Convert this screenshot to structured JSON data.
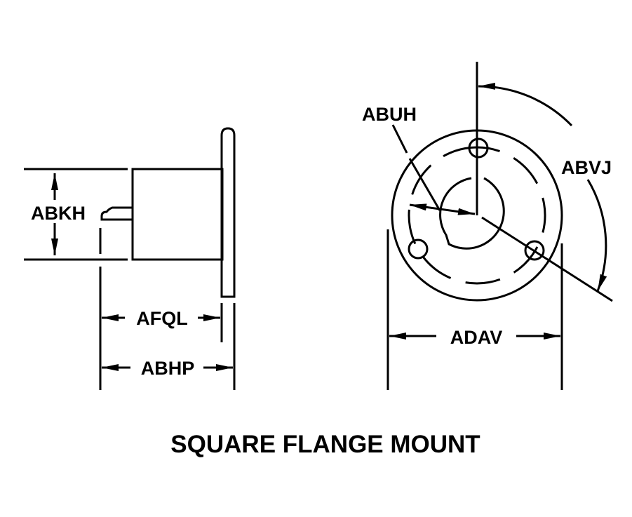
{
  "title": "SQUARE FLANGE MOUNT",
  "labels": {
    "abkh": "ABKH",
    "afql": "AFQL",
    "abhp": "ABHP",
    "abuh": "ABUH",
    "abvj": "ABVJ",
    "adav": "ADAV"
  },
  "colors": {
    "ink": "#000000",
    "background": "#ffffff"
  }
}
